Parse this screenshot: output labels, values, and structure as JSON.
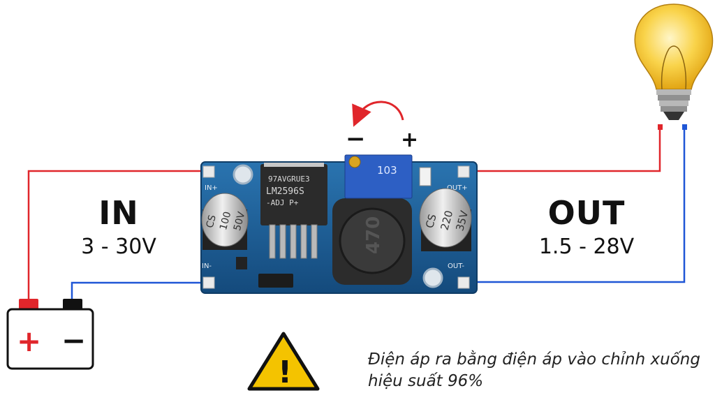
{
  "input": {
    "title": "IN",
    "range": "3 - 30V"
  },
  "output": {
    "title": "OUT",
    "range": "1.5 - 28V"
  },
  "trim": {
    "minus": "−",
    "plus": "+"
  },
  "board": {
    "pin_in_plus": "IN+",
    "pin_in_minus": "IN-",
    "pin_out_plus": "OUT+",
    "pin_out_minus": "OUT-",
    "ic_line1": "97AVGRUE3",
    "ic_line2": "LM2596S",
    "ic_line3": "-ADJ  P+",
    "cap_left": [
      "CS",
      "100",
      "50V"
    ],
    "cap_right": [
      "CS",
      "220",
      "35V"
    ],
    "inductor": "470",
    "pot": "103"
  },
  "battery": {
    "plus": "+",
    "minus": "−"
  },
  "warning": {
    "symbol": "!"
  },
  "note": {
    "line1": "Điện áp ra bằng điện áp vào chỉnh xuống",
    "line2": "hiệu suất 96%"
  },
  "colors": {
    "positive": "#e0262b",
    "negative": "#1f56d6",
    "pcb": "#1c5d94",
    "bulb": "#f6c623",
    "warning": "#f4c300"
  }
}
